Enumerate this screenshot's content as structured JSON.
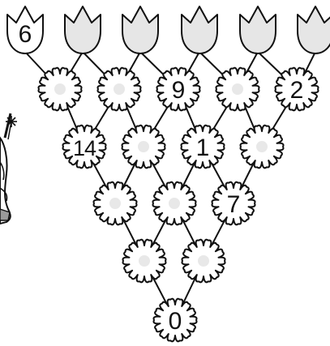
{
  "puzzle": {
    "tulips": [
      "6",
      "",
      "",
      "",
      "",
      ""
    ],
    "rows": [
      [
        "",
        "",
        "9",
        "",
        "2"
      ],
      [
        "14",
        "",
        "1",
        ""
      ],
      [
        "",
        "",
        "7"
      ],
      [
        "",
        ""
      ],
      [
        "0"
      ]
    ]
  },
  "colors": {
    "outline": "#111111",
    "petal_fill": "#ffffff",
    "tulip_fill": "#e6e6e6",
    "center_dot": "#e8e8e8"
  },
  "icons": {
    "tulip": "tulip-icon",
    "flower": "daisy-flower-icon",
    "character": "cartoon-character-figure"
  }
}
